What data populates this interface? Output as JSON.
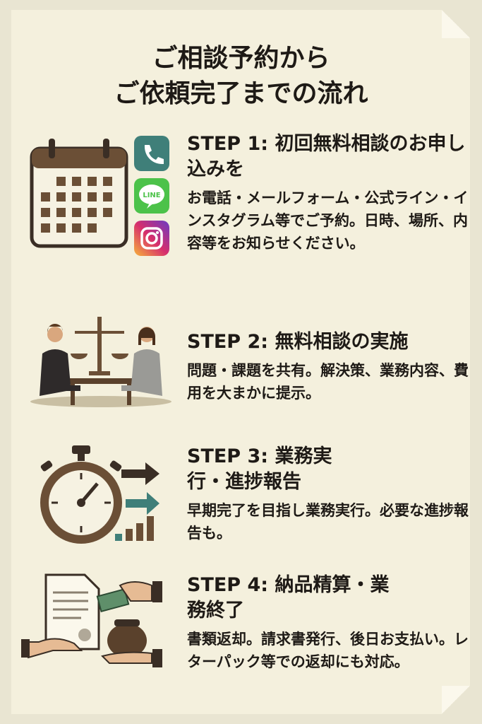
{
  "title": {
    "line1": "ご相談予約から",
    "line2": "ご依頼完了までの流れ"
  },
  "steps": [
    {
      "heading": "STEP 1: 初回無料相談のお申し込みを",
      "body": "お電話・メールフォーム・公式ライン・インスタグラム等でご予約。日時、場所、内容等をお知らせください。"
    },
    {
      "heading": "STEP 2: 無料相談の実施",
      "body": "問題・課題を共有。解決策、業務内容、費用を大まかに提示。"
    },
    {
      "heading": "STEP 3: 業務実行・進捗報告",
      "body": "早期完了を目指し業務実行。必要な進捗報告も。"
    },
    {
      "heading": "STEP 4: 納品精算・業務終了",
      "body": "書類返却。請求書発行、後日お支払い。レターパック等での返却にも対応。"
    }
  ],
  "icons": {
    "line_label": "LINE"
  },
  "colors": {
    "brown": "#6b4f36",
    "teal": "#3f7f79",
    "line_green": "#4cc24a",
    "paper": "#f4f0dd"
  }
}
